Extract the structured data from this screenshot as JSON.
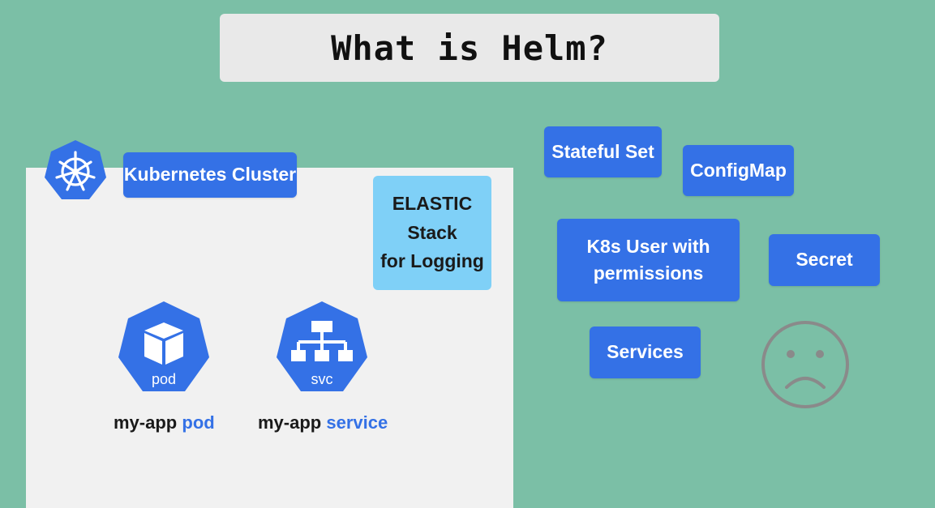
{
  "title": "What is Helm?",
  "cluster": {
    "label": "Kubernetes Cluster",
    "logo_icon": "kubernetes-wheel-icon"
  },
  "elastic": {
    "line1": "ELASTIC",
    "line2": "Stack",
    "line3": "for Logging"
  },
  "pod": {
    "icon_text": "pod",
    "label_prefix": "my-app",
    "label_accent": "pod"
  },
  "service": {
    "icon_text": "svc",
    "label_prefix": "my-app",
    "label_accent": "service"
  },
  "resources": {
    "stateful_set": "Stateful Set",
    "configmap": "ConfigMap",
    "k8s_user_line1": "K8s User with",
    "k8s_user_line2": "permissions",
    "secret": "Secret",
    "services": "Services"
  },
  "colors": {
    "background": "#7bbfa6",
    "k8s_blue": "#3471e6",
    "elastic_box": "#7fd0f7",
    "panel": "#f1f1f1",
    "face_stroke": "#8a8a8a"
  },
  "icons": {
    "pod": "cube-icon",
    "service": "network-tree-icon",
    "mood": "sad-face-icon"
  }
}
